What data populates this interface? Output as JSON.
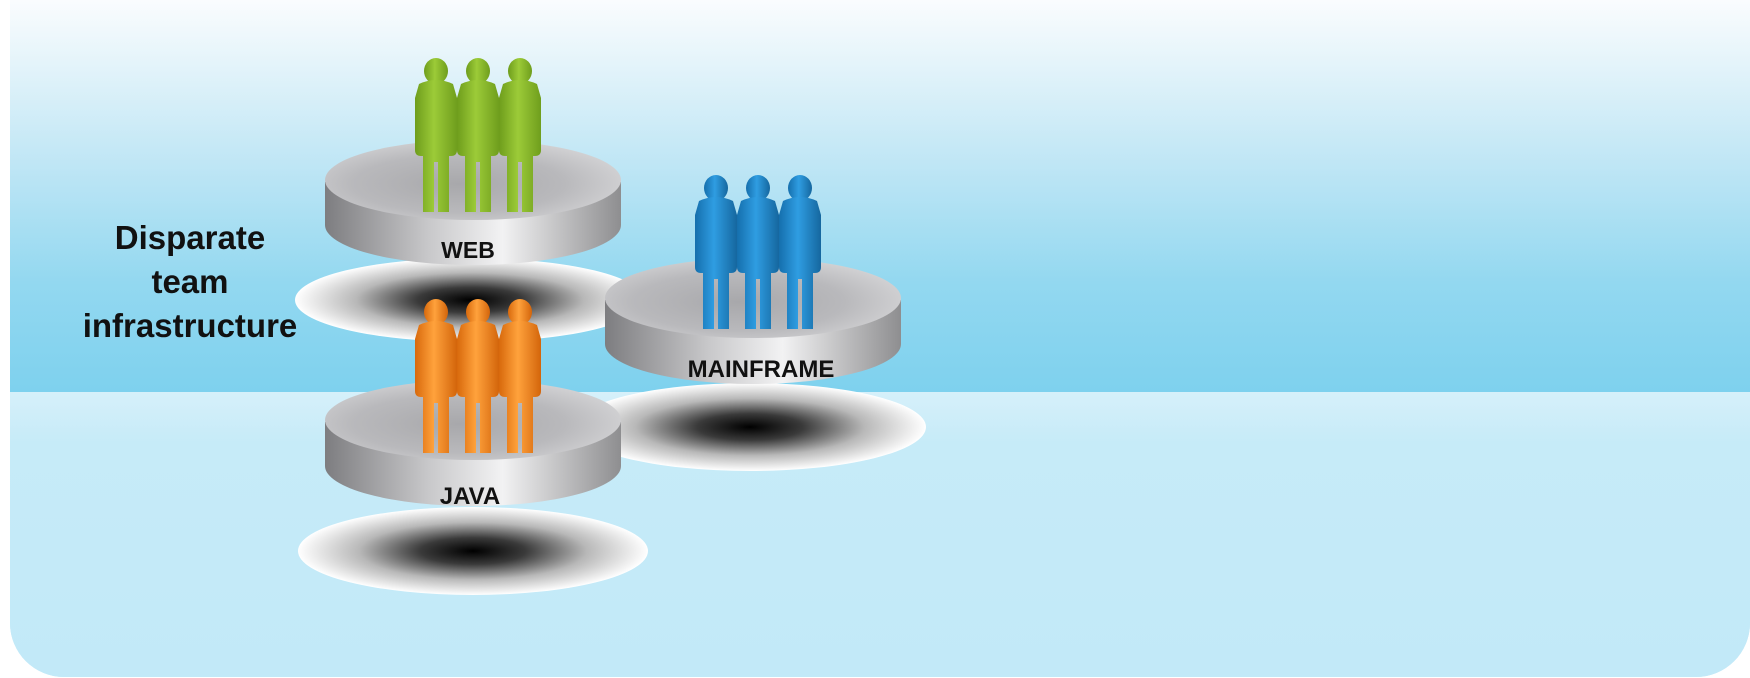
{
  "heading": {
    "line1": "Disparate",
    "line2": "team",
    "line3": "infrastructure"
  },
  "platforms": [
    {
      "label": "WEB",
      "team_color": "#8dbf2f"
    },
    {
      "label": "MAINFRAME",
      "team_color": "#1f8fd6"
    },
    {
      "label": "JAVA",
      "team_color": "#f58a1f"
    }
  ]
}
